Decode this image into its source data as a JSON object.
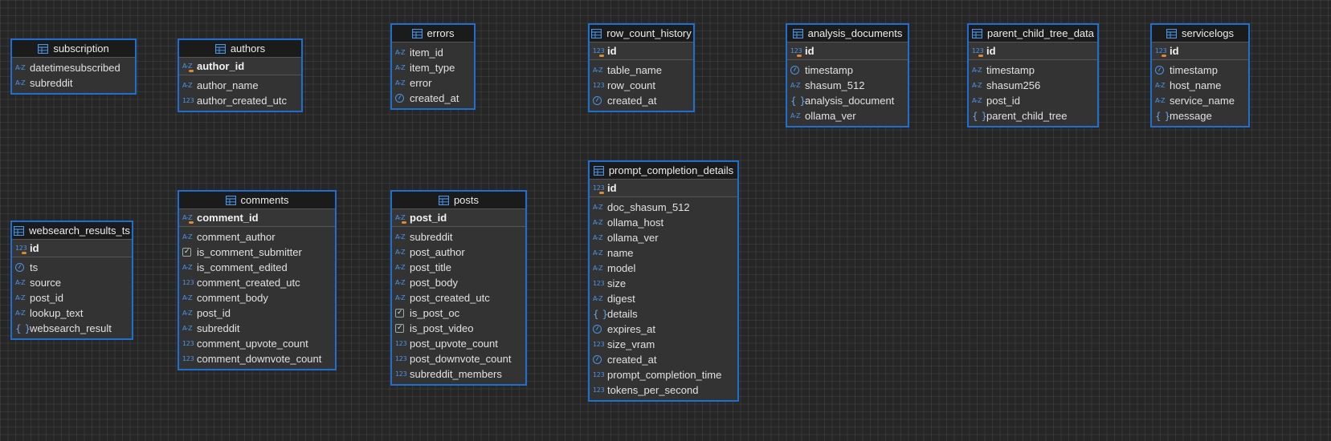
{
  "canvas": {
    "name": "ER diagram canvas"
  },
  "tables": {
    "subscription": {
      "title": "subscription",
      "columns": [
        {
          "name": "datetimesubscribed",
          "type": "text"
        },
        {
          "name": "subreddit",
          "type": "text"
        }
      ]
    },
    "authors": {
      "title": "authors",
      "pk": {
        "name": "author_id",
        "type": "text"
      },
      "columns": [
        {
          "name": "author_name",
          "type": "text"
        },
        {
          "name": "author_created_utc",
          "type": "number"
        }
      ]
    },
    "errors": {
      "title": "errors",
      "columns": [
        {
          "name": "item_id",
          "type": "text"
        },
        {
          "name": "item_type",
          "type": "text"
        },
        {
          "name": "error",
          "type": "text"
        },
        {
          "name": "created_at",
          "type": "datetime"
        }
      ]
    },
    "row_count_history": {
      "title": "row_count_history",
      "pk": {
        "name": "id",
        "type": "number"
      },
      "columns": [
        {
          "name": "table_name",
          "type": "text"
        },
        {
          "name": "row_count",
          "type": "number"
        },
        {
          "name": "created_at",
          "type": "datetime"
        }
      ]
    },
    "analysis_documents": {
      "title": "analysis_documents",
      "pk": {
        "name": "id",
        "type": "number"
      },
      "columns": [
        {
          "name": "timestamp",
          "type": "datetime"
        },
        {
          "name": "shasum_512",
          "type": "text"
        },
        {
          "name": "analysis_document",
          "type": "json"
        },
        {
          "name": "ollama_ver",
          "type": "text"
        }
      ]
    },
    "parent_child_tree_data": {
      "title": "parent_child_tree_data",
      "pk": {
        "name": "id",
        "type": "number"
      },
      "columns": [
        {
          "name": "timestamp",
          "type": "text"
        },
        {
          "name": "shasum256",
          "type": "text"
        },
        {
          "name": "post_id",
          "type": "text"
        },
        {
          "name": "parent_child_tree",
          "type": "json"
        }
      ]
    },
    "servicelogs": {
      "title": "servicelogs",
      "pk": {
        "name": "id",
        "type": "number"
      },
      "columns": [
        {
          "name": "timestamp",
          "type": "datetime"
        },
        {
          "name": "host_name",
          "type": "text"
        },
        {
          "name": "service_name",
          "type": "text"
        },
        {
          "name": "message",
          "type": "json"
        }
      ]
    },
    "websearch_results_ts": {
      "title": "websearch_results_ts",
      "pk": {
        "name": "id",
        "type": "number"
      },
      "columns": [
        {
          "name": "ts",
          "type": "datetime"
        },
        {
          "name": "source",
          "type": "text"
        },
        {
          "name": "post_id",
          "type": "text"
        },
        {
          "name": "lookup_text",
          "type": "text"
        },
        {
          "name": "websearch_result",
          "type": "json"
        }
      ]
    },
    "comments": {
      "title": "comments",
      "pk": {
        "name": "comment_id",
        "type": "text"
      },
      "columns": [
        {
          "name": "comment_author",
          "type": "text"
        },
        {
          "name": "is_comment_submitter",
          "type": "bool"
        },
        {
          "name": "is_comment_edited",
          "type": "text"
        },
        {
          "name": "comment_created_utc",
          "type": "number"
        },
        {
          "name": "comment_body",
          "type": "text"
        },
        {
          "name": "post_id",
          "type": "text"
        },
        {
          "name": "subreddit",
          "type": "text"
        },
        {
          "name": "comment_upvote_count",
          "type": "number"
        },
        {
          "name": "comment_downvote_count",
          "type": "number"
        }
      ]
    },
    "posts": {
      "title": "posts",
      "pk": {
        "name": "post_id",
        "type": "text"
      },
      "columns": [
        {
          "name": "subreddit",
          "type": "text"
        },
        {
          "name": "post_author",
          "type": "text"
        },
        {
          "name": "post_title",
          "type": "text"
        },
        {
          "name": "post_body",
          "type": "text"
        },
        {
          "name": "post_created_utc",
          "type": "text"
        },
        {
          "name": "is_post_oc",
          "type": "bool"
        },
        {
          "name": "is_post_video",
          "type": "bool"
        },
        {
          "name": "post_upvote_count",
          "type": "number"
        },
        {
          "name": "post_downvote_count",
          "type": "number"
        },
        {
          "name": "subreddit_members",
          "type": "number"
        }
      ]
    },
    "prompt_completion_details": {
      "title": "prompt_completion_details",
      "pk": {
        "name": "id",
        "type": "number"
      },
      "columns": [
        {
          "name": "doc_shasum_512",
          "type": "text"
        },
        {
          "name": "ollama_host",
          "type": "text"
        },
        {
          "name": "ollama_ver",
          "type": "text"
        },
        {
          "name": "name",
          "type": "text"
        },
        {
          "name": "model",
          "type": "text"
        },
        {
          "name": "size",
          "type": "number"
        },
        {
          "name": "digest",
          "type": "text"
        },
        {
          "name": "details",
          "type": "json"
        },
        {
          "name": "expires_at",
          "type": "datetime"
        },
        {
          "name": "size_vram",
          "type": "number"
        },
        {
          "name": "created_at",
          "type": "datetime"
        },
        {
          "name": "prompt_completion_time",
          "type": "number"
        },
        {
          "name": "tokens_per_second",
          "type": "number"
        }
      ]
    }
  },
  "colors": {
    "border": "#1f6fd0",
    "header_bg": "#1b1b1b",
    "body_bg": "#333333",
    "icon_blue": "#4a94e6",
    "key_orange": "#e08a2e"
  }
}
